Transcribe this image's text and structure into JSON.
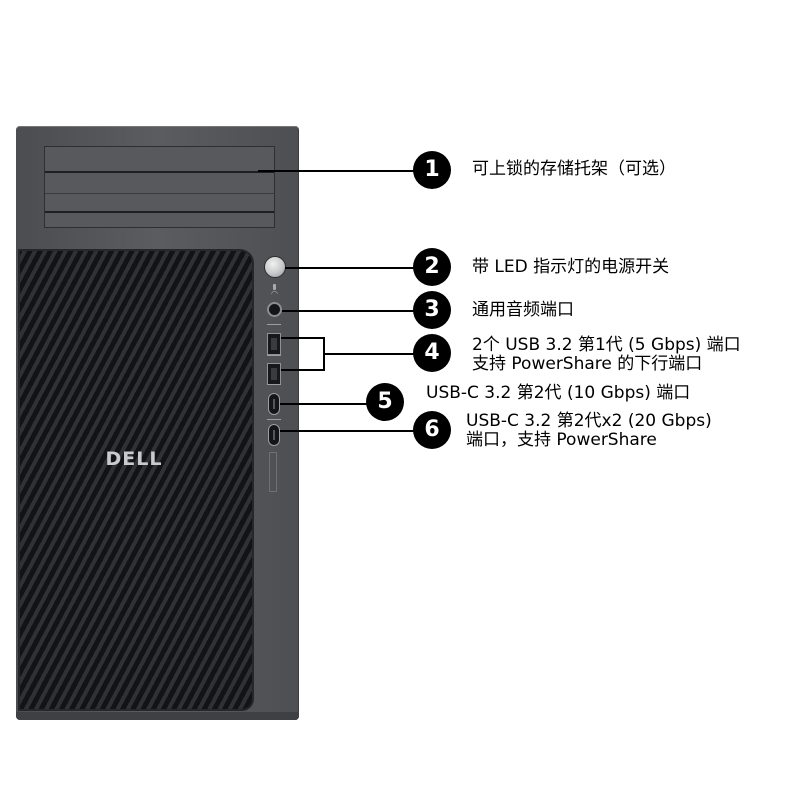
{
  "brand": {
    "logo_text": "DELL"
  },
  "callouts": [
    {
      "number": "1",
      "lines": [
        "可上锁的存储托架（可选）"
      ]
    },
    {
      "number": "2",
      "lines": [
        "带 LED 指示灯的电源开关"
      ]
    },
    {
      "number": "3",
      "lines": [
        "通用音频端口"
      ]
    },
    {
      "number": "4",
      "lines": [
        "2个 USB 3.2 第1代 (5 Gbps) 端口",
        "支持 PowerShare 的下行端口"
      ]
    },
    {
      "number": "5",
      "lines": [
        "USB-C 3.2 第2代 (10 Gbps) 端口"
      ]
    },
    {
      "number": "6",
      "lines": [
        "USB-C 3.2 第2代x2 (20 Gbps)",
        "端口，支持 PowerShare"
      ]
    }
  ],
  "colors": {
    "badge": "#000000",
    "chassis": "#55575a",
    "grille": "#1d1e20"
  }
}
